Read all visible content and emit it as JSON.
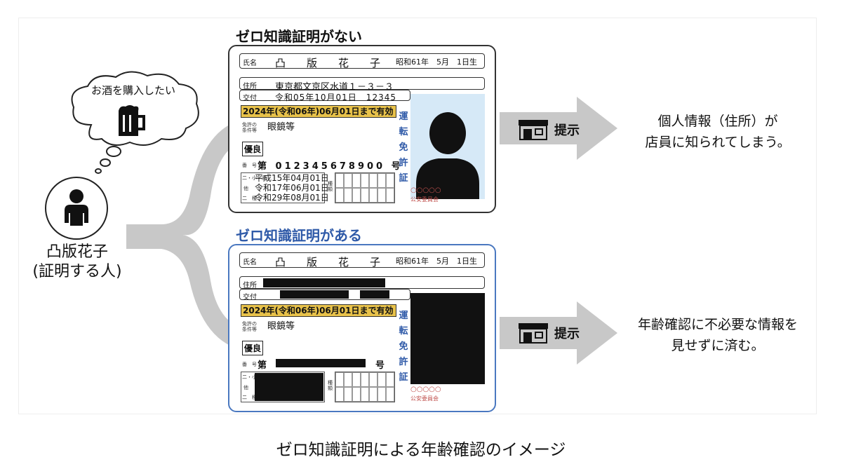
{
  "caption": "ゼロ知識証明による年齢確認のイメージ",
  "person": {
    "name_line1": "凸版花子",
    "name_line2": "(証明する人)",
    "icon": "person-icon"
  },
  "bubble": {
    "text": "お酒を購入したい",
    "icon": "beer-mug-icon"
  },
  "top": {
    "title": "ゼロ知識証明がない",
    "result_line1": "個人情報（住所）が",
    "result_line2": "店員に知られてしまう。"
  },
  "bottom": {
    "title": "ゼロ知識証明がある",
    "result_line1": "年齢確認に不必要な情報を",
    "result_line2": "見せずに済む。"
  },
  "action_label": "提示",
  "card": {
    "name_label": "氏名",
    "name": "凸版花子",
    "birth": "昭和61年　5月　1日生",
    "address_label": "住所",
    "address": "東京都文京区水道１－３－３",
    "issued_label": "交付",
    "issued": "令和05年10月01日　12345",
    "expiry": "2024年(令和06年)06月01日まで有効",
    "cond_label_1": "免許の",
    "cond_label_2": "条件等",
    "conditions": "眼鏡等",
    "yuryo": "優良",
    "number_label": "番　号",
    "number_prefix": "第",
    "number": "012345678900",
    "number_suffix": "号",
    "date1_label": "二・小・原",
    "date1": "平成15年04月01日",
    "date2_label": "他",
    "date2": "令和17年06月01日",
    "date3_label": "二　種",
    "date3": "令和29年08月01日",
    "type_label": "種類",
    "vertical_text": "運転免許証",
    "circles": "○○○○○",
    "commission": "公安委員会"
  },
  "colors": {
    "gray_arrow": "#c8c8c8",
    "yellow": "#e8c24a",
    "blue": "#2f5aa8",
    "photo_bg": "#d6e9f7"
  }
}
